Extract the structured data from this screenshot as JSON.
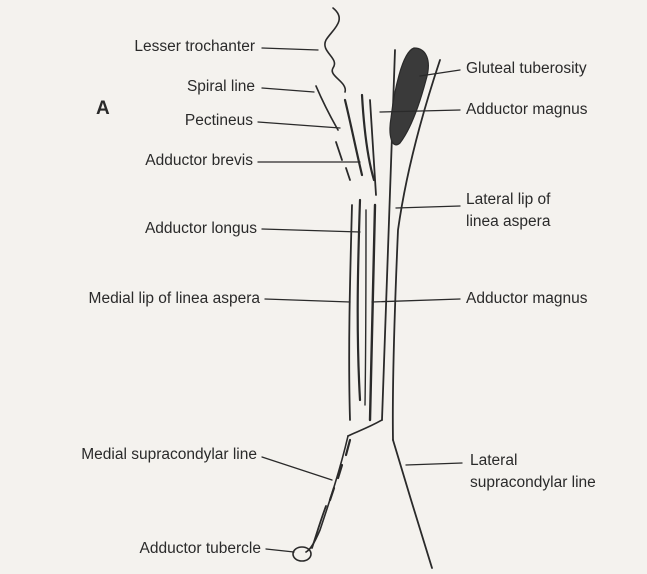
{
  "figure": {
    "panel_letter": "A",
    "colors": {
      "ink": "#2a2a2a",
      "background": "#f4f2ee",
      "tuberosity_fill": "#3a3a3a"
    }
  },
  "labels": {
    "lesser_trochanter": "Lesser trochanter",
    "spiral_line": "Spiral line",
    "pectineus": "Pectineus",
    "adductor_brevis": "Adductor brevis",
    "adductor_longus": "Adductor longus",
    "medial_lip": "Medial lip of linea aspera",
    "medial_supracondylar": "Medial supracondylar line",
    "adductor_tubercle": "Adductor tubercle",
    "gluteal_tuberosity": "Gluteal tuberosity",
    "adductor_magnus_upper": "Adductor magnus",
    "lateral_lip_1": "Lateral lip of",
    "lateral_lip_2": "linea aspera",
    "adductor_magnus_lower": "Adductor magnus",
    "lateral_supracondylar_1": "Lateral",
    "lateral_supracondylar_2": "supracondylar line"
  }
}
